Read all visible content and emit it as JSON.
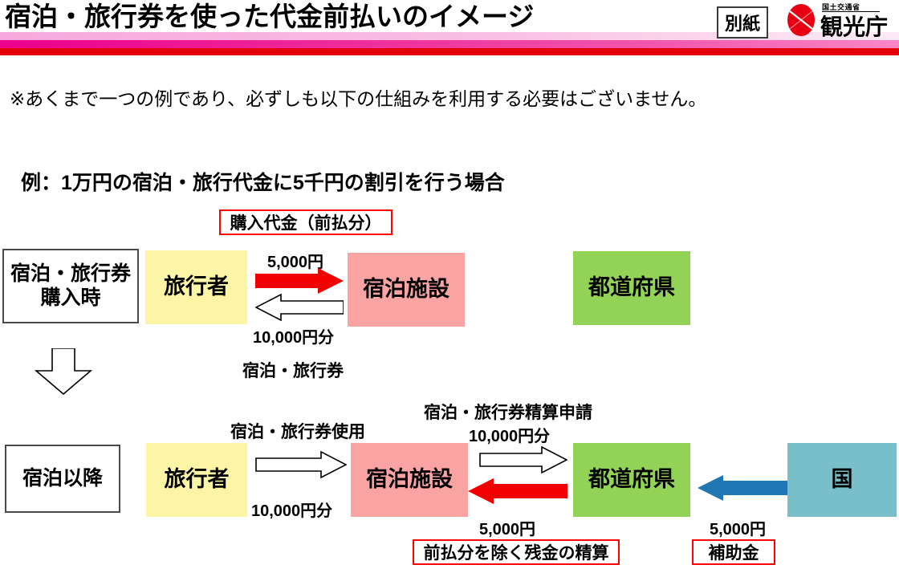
{
  "header": {
    "title": "宿泊・旅行券を使った代金前払いのイメージ",
    "attachment_label": "別紙",
    "agency_ministry": "国土交通省",
    "agency_name": "観光庁",
    "colors": {
      "gradient_start": "#ec008c",
      "gradient_end": "#f986c4",
      "red_bar": "#e3000b"
    }
  },
  "note": "※あくまで一つの例であり、必ずしも以下の仕組みを利用する必要はございません。",
  "example_heading": "例：1万円の宿泊・旅行代金に5千円の割引を行う場合",
  "row1": {
    "stage_label": "宿泊・旅行券\n購入時",
    "stage_label_line1": "宿泊・旅行券",
    "stage_label_line2": "購入時",
    "traveler": "旅行者",
    "lodging": "宿泊施設",
    "prefecture": "都道府県",
    "callout_purchase": "購入代金（前払分）",
    "amount_paid": "5,000円",
    "amount_voucher": "10,000円分",
    "voucher_label": "宿泊・旅行券"
  },
  "row2": {
    "stage_label": "宿泊以降",
    "traveler": "旅行者",
    "lodging": "宿泊施設",
    "prefecture": "都道府県",
    "nation": "国",
    "voucher_use_label": "宿泊・旅行券使用",
    "voucher_use_amount": "10,000円分",
    "settlement_request_label": "宿泊・旅行券精算申請",
    "settlement_request_amount": "10,000円分",
    "settlement_amount": "5,000円",
    "subsidy_amount": "5,000円",
    "callout_settlement": "前払分を除く残金の精算",
    "callout_subsidy": "補助金"
  },
  "colors": {
    "traveler_box": "#fbf5a5",
    "lodging_box": "#f9a3a3",
    "prefecture_box": "#92d256",
    "nation_box": "#79bfc9",
    "red_arrow": "#f00000",
    "blue_arrow": "#1f77b4",
    "callout_border": "#ff0000"
  }
}
